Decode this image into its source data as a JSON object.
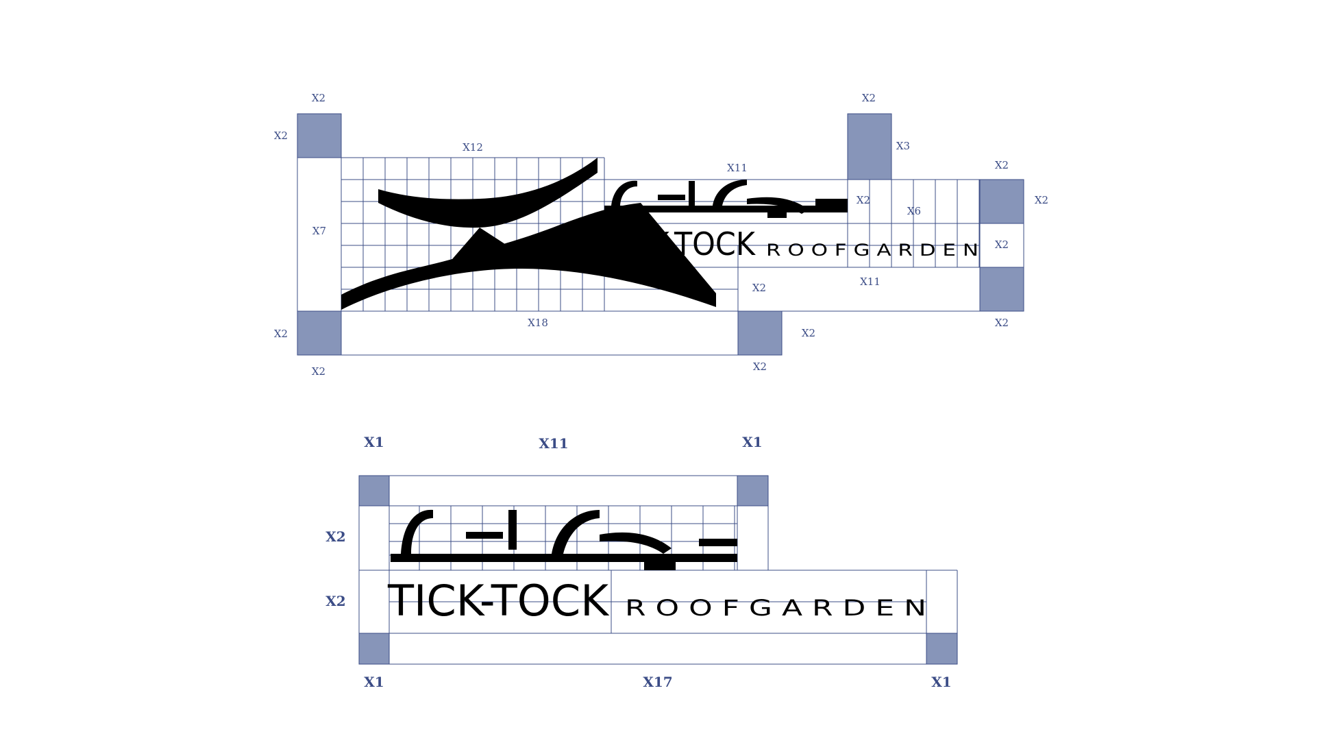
{
  "colors": {
    "background": "#ffffff",
    "grid_line": "#3b4c86",
    "clear_space_fill": "#8795b9",
    "label_text": "#3b4c86",
    "logo_ink": "#000000"
  },
  "logo": {
    "wordmark_primary": "TICK-TOCK",
    "wordmark_secondary": "R O O F   G A R D E N",
    "arabic_script_glyph": "arabic-wordmark-glyph",
    "emblem_glyph": "hourglass-x-emblem"
  },
  "horizontal_lockup": {
    "labels": {
      "top_left_square_w": "X2",
      "top_left_square_h": "X2",
      "emblem_width": "X12",
      "emblem_height": "X7",
      "bottom_left_square_h": "X2",
      "bottom_left_square_w": "X2",
      "bottom_width": "X18",
      "text_block_width": "X11",
      "top_right_tab_w": "X2",
      "top_right_tab_h": "X3",
      "right_square_w": "X2",
      "right_square_h": "X2",
      "arabic_row_h": "X2",
      "right_gap_w": "X6",
      "mid_right_h": "X2",
      "lower_text_width": "X11",
      "lower_left_gap": "X2",
      "bottom_right_h": "X2",
      "bottom_mid_square_w": "X2",
      "bottom_mid_square_h": "X2"
    }
  },
  "stacked_lockup": {
    "labels": {
      "top_left_w": "X1",
      "top_width": "X11",
      "top_right_w": "X1",
      "arabic_row_h": "X2",
      "latin_row_h": "X2",
      "bottom_left_w": "X1",
      "bottom_width": "X17",
      "bottom_right_w": "X1"
    }
  }
}
